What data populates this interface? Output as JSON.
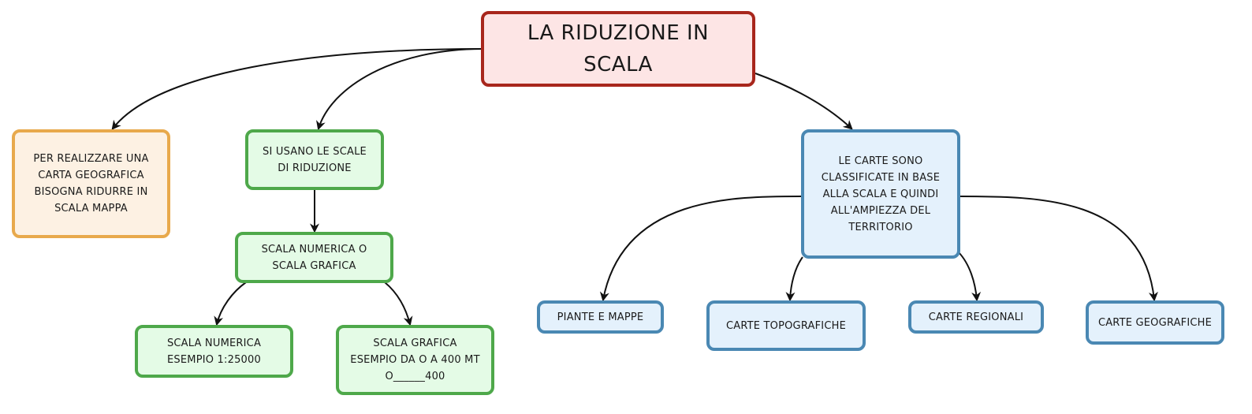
{
  "diagram": {
    "title": "LA RIDUZIONE IN SCALA",
    "nodes": {
      "root": {
        "text": "LA RIDUZIONE IN\nSCALA",
        "color": "#a8261c"
      },
      "per_realizzare": {
        "text": "PER REALIZZARE UNA\nCARTA GEOGRAFICA\nBISOGNA RIDURRE IN\nSCALA MAPPA",
        "color": "#e8a94c"
      },
      "si_usano": {
        "text": "SI USANO LE SCALE\nDI RIDUZIONE",
        "color": "#4ea84a"
      },
      "scala_num_o_graf": {
        "text": "SCALA NUMERICA O\nSCALA GRAFICA",
        "color": "#4ea84a"
      },
      "scala_numerica": {
        "text": "SCALA NUMERICA\nESEMPIO 1:25000",
        "color": "#4ea84a"
      },
      "scala_grafica": {
        "text": "SCALA GRAFICA\nESEMPIO DA O A 400 MT\nO______400",
        "color": "#4ea84a"
      },
      "le_carte": {
        "text": "LE CARTE SONO\nCLASSIFICATE IN BASE\nALLA SCALA E QUINDI\nALL'AMPIEZZA DEL\nTERRITORIO",
        "color": "#4a88b3"
      },
      "piante": {
        "text": "PIANTE E MAPPE",
        "color": "#4a88b3"
      },
      "topografiche": {
        "text": "CARTE TOPOGRAFICHE",
        "color": "#4a88b3"
      },
      "regionali": {
        "text": "CARTE REGIONALI",
        "color": "#4a88b3"
      },
      "geografiche": {
        "text": "CARTE GEOGRAFICHE",
        "color": "#4a88b3"
      }
    },
    "edges": [
      {
        "from": "root",
        "to": "per_realizzare"
      },
      {
        "from": "root",
        "to": "si_usano"
      },
      {
        "from": "root",
        "to": "le_carte"
      },
      {
        "from": "si_usano",
        "to": "scala_num_o_graf"
      },
      {
        "from": "scala_num_o_graf",
        "to": "scala_numerica"
      },
      {
        "from": "scala_num_o_graf",
        "to": "scala_grafica"
      },
      {
        "from": "le_carte",
        "to": "piante"
      },
      {
        "from": "le_carte",
        "to": "topografiche"
      },
      {
        "from": "le_carte",
        "to": "regionali"
      },
      {
        "from": "le_carte",
        "to": "geografiche"
      }
    ],
    "edge_color": "#111111"
  }
}
